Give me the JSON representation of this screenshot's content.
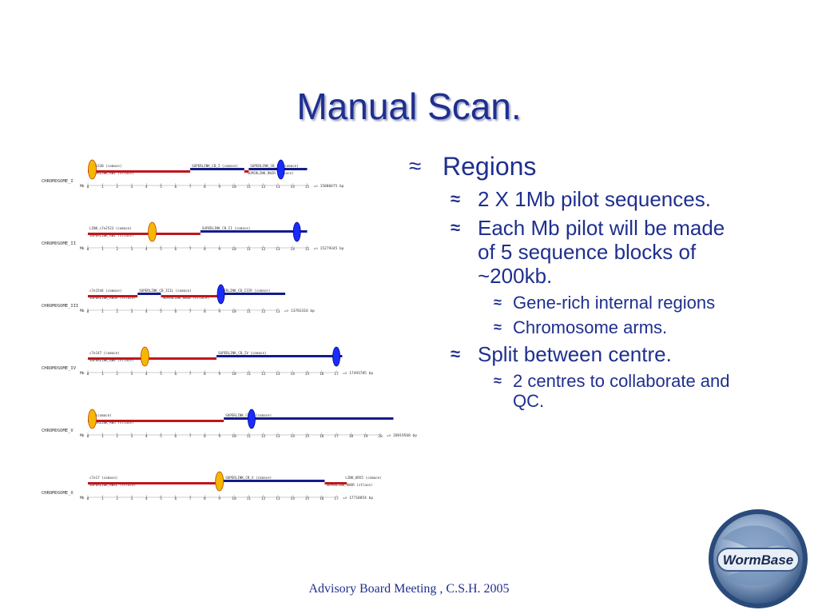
{
  "slide": {
    "title": "Manual Scan.",
    "footer": "Advisory Board Meeting , C.S.H. 2005"
  },
  "bullets": [
    {
      "level": 1,
      "text": "Regions"
    },
    {
      "level": 2,
      "text": "2 X 1Mb pilot sequences."
    },
    {
      "level": 2,
      "text": "Each Mb pilot will be made of 5 sequence blocks of ~200kb."
    },
    {
      "level": 3,
      "text": "Gene-rich internal regions"
    },
    {
      "level": 3,
      "text": "Chromosome arms."
    },
    {
      "level": 2,
      "text": "Split between centre."
    },
    {
      "level": 3,
      "text": "2 centres to collaborate and QC."
    }
  ],
  "colors": {
    "title": "#1f2f8f",
    "red_segment": "#c0161c",
    "blue_segment": "#141c8a",
    "pilot_yellow": "#f5b800",
    "pilot_blue": "#1a2bff"
  },
  "logo": {
    "text": "WormBase",
    "icon": "wormbase-logo-icon"
  },
  "chromosomes": [
    {
      "name": "CHROMOSOME_I",
      "mb_max": 15,
      "length_label": "=> 15080475 bp",
      "labels_top": [
        {
          "mb": 0,
          "text": "c7e1330 (comace)"
        },
        {
          "mb": 7,
          "text": "SUPERLINK_CB_I (comace)"
        },
        {
          "mb": 11,
          "text": "SUPERLINK_CB_IR (comace)"
        }
      ],
      "labels_bottom": [
        {
          "mb": 0,
          "text": "SUPERLINK_RWI (stlace)"
        },
        {
          "mb": 10.8,
          "text": "SUPERLINK_RWIR (stlace)"
        }
      ],
      "red": [
        [
          0,
          7
        ],
        [
          10.7,
          11
        ]
      ],
      "blue": [
        [
          7,
          10.7
        ],
        [
          11,
          15
        ]
      ],
      "yellow_pilot": 0.3,
      "blue_pilot": 13.2
    },
    {
      "name": "CHROMOSOME_II",
      "mb_max": 15,
      "length_label": "=> 15279345 bp",
      "labels_top": [
        {
          "mb": 0,
          "text": "LINK_c7e2523 (comace)"
        },
        {
          "mb": 7.7,
          "text": "SUPERLINK_CB_II (comace)"
        }
      ],
      "labels_bottom": [
        {
          "mb": 0,
          "text": "SUPERLINK_RW2 (stlace)"
        }
      ],
      "red": [
        [
          0,
          7.7
        ]
      ],
      "blue": [
        [
          7.7,
          15
        ]
      ],
      "yellow_pilot": 4.4,
      "blue_pilot": 14.3
    },
    {
      "name": "CHROMOSOME_III",
      "mb_max": 13,
      "length_label": "=> 13783316 bp",
      "labels_top": [
        {
          "mb": 0,
          "text": "c7e1544 (comace)"
        },
        {
          "mb": 3.4,
          "text": "SUPERLINK_CB_IIIL (comace)"
        },
        {
          "mb": 9.2,
          "text": "ERLINK_CB_IIIR (comace)"
        }
      ],
      "labels_bottom": [
        {
          "mb": 0,
          "text": "SUPERLINK_RW3A (stlace)"
        },
        {
          "mb": 5,
          "text": "SUPERLINK_RW3B (stlace)"
        }
      ],
      "red": [
        [
          0,
          3.4
        ],
        [
          5,
          9
        ]
      ],
      "blue": [
        [
          3.4,
          5
        ],
        [
          9,
          13.5
        ]
      ],
      "yellow_pilot": null,
      "blue_pilot": 9.1
    },
    {
      "name": "CHROMOSOME_IV",
      "mb_max": 17,
      "length_label": "=> 17493785 bp",
      "labels_top": [
        {
          "mb": 0,
          "text": "c7e147 (comace)"
        },
        {
          "mb": 8.8,
          "text": "SUPERLINK_CB_IV (comace)"
        }
      ],
      "labels_bottom": [
        {
          "mb": 0,
          "text": "SUPERLINK_RW4 (stlace)"
        }
      ],
      "red": [
        [
          0,
          8.8
        ]
      ],
      "blue": [
        [
          8.8,
          17.4
        ]
      ],
      "yellow_pilot": 3.9,
      "blue_pilot": 17
    },
    {
      "name": "CHROMOSOME_V",
      "mb_max": 20,
      "length_label": "=> 20919568 bp",
      "labels_top": [
        {
          "mb": 0,
          "text": "c7 (comace)"
        },
        {
          "mb": 9.3,
          "text": "SUPERLINK_CB_V (comace)"
        }
      ],
      "labels_bottom": [
        {
          "mb": 0,
          "text": "SUPERLINK_RW5 (stlace)"
        }
      ],
      "red": [
        [
          0,
          9.3
        ]
      ],
      "blue": [
        [
          9.3,
          20.9
        ]
      ],
      "yellow_pilot": 0.3,
      "blue_pilot": 11.2
    },
    {
      "name": "CHROMOSOME_X",
      "mb_max": 17,
      "length_label": "=> 17718854 bp",
      "labels_top": [
        {
          "mb": 0,
          "text": "c7e17 (comace)"
        },
        {
          "mb": 9.3,
          "text": "SUPERLINK_CB_X (comace)"
        },
        {
          "mb": 17.5,
          "text": "LINK_6R55 (comace)"
        }
      ],
      "labels_bottom": [
        {
          "mb": 0,
          "text": "SUPERLINK_RWXL (stlace)"
        },
        {
          "mb": 16.2,
          "text": "SUPERLINK_RWXR (stlace)"
        }
      ],
      "red": [
        [
          0,
          9
        ],
        [
          16.2,
          17.7
        ]
      ],
      "blue": [
        [
          9,
          16.2
        ]
      ],
      "yellow_pilot": 9,
      "blue_pilot": null
    }
  ]
}
